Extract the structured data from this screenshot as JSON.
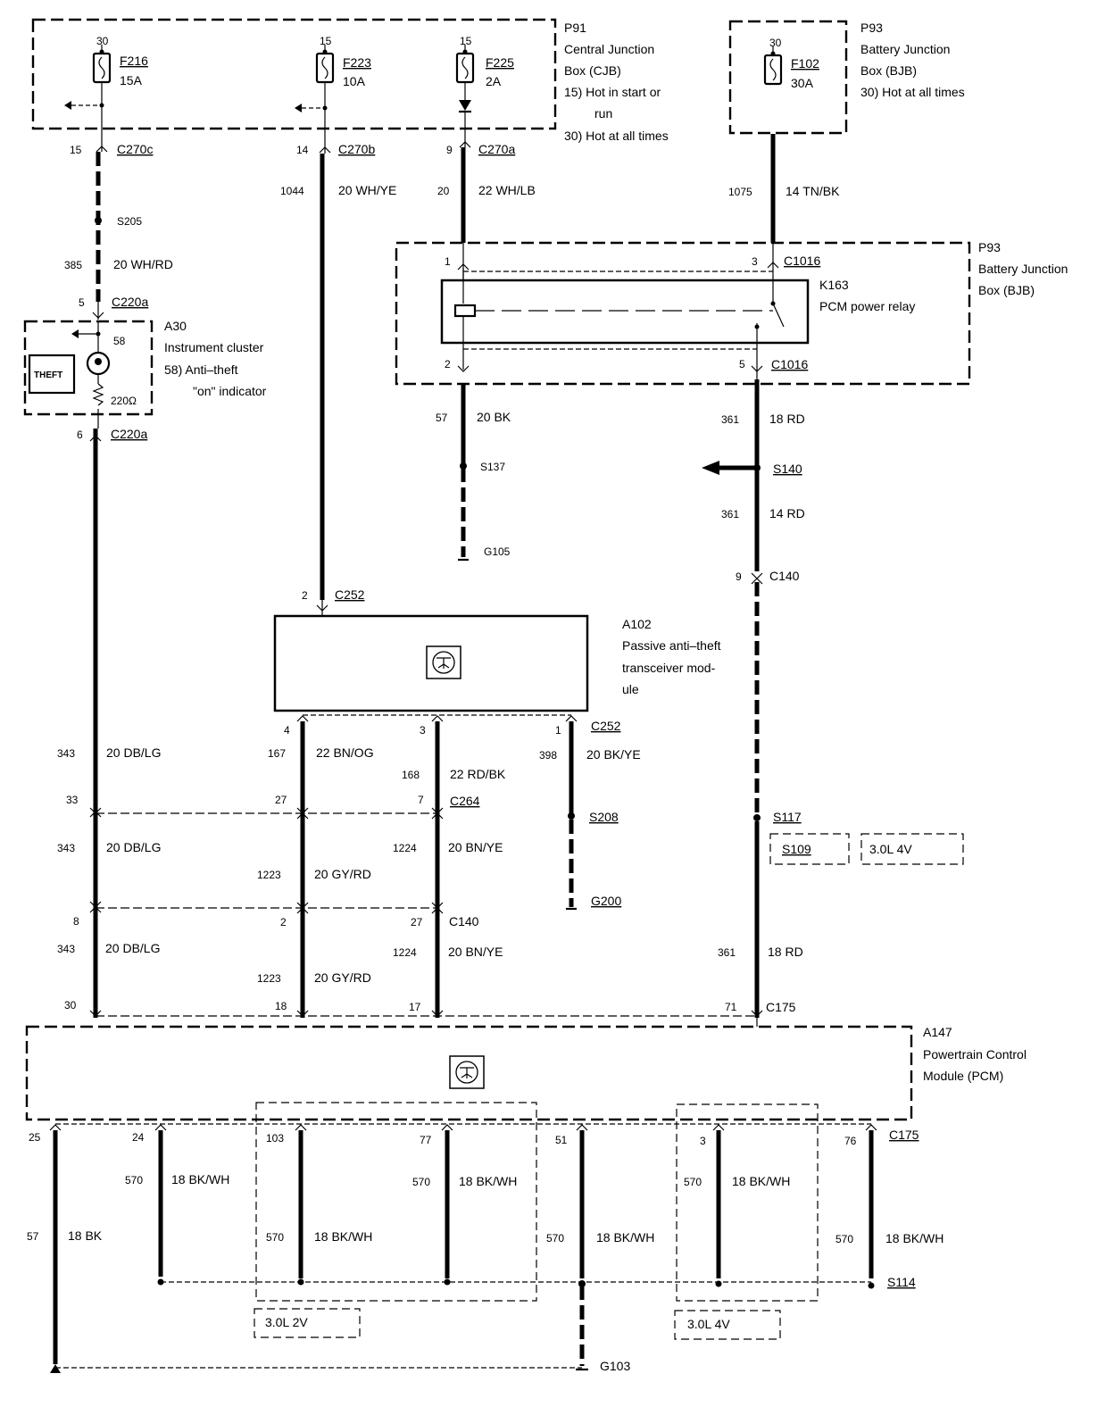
{
  "cjb": {
    "id": "P91",
    "title1": "Central Junction",
    "title2": "Box (CJB)",
    "note1": "15)  Hot in start or",
    "note1b": "run",
    "note2": "30)  Hot at all times",
    "f216": {
      "pin": "30",
      "name": "F216",
      "rating": "15A"
    },
    "f223": {
      "pin": "15",
      "name": "F223",
      "rating": "10A"
    },
    "f225": {
      "pin": "15",
      "name": "F225",
      "rating": "2A"
    }
  },
  "bjb_top": {
    "id": "P93",
    "title1": "Battery Junction",
    "title2": "Box (BJB)",
    "note": "30)  Hot at all times",
    "f102": {
      "pin": "30",
      "name": "F102",
      "rating": "30A"
    }
  },
  "bjb_relay": {
    "id": "P93",
    "title1": "Battery Junction",
    "title2": "Box (BJB)",
    "relay_id": "K163",
    "relay_name": "PCM power relay",
    "conn": "C1016",
    "pin1": "1",
    "pin2": "2",
    "pin3": "3",
    "pin5": "5"
  },
  "cluster": {
    "id": "A30",
    "name": "Instrument cluster",
    "note1": "58)  Anti–theft",
    "note2": "\"on\" indicator",
    "theft": "THEFT",
    "pin": "58",
    "res": "220Ω"
  },
  "pats": {
    "id": "A102",
    "line1": "Passive anti–theft",
    "line2": "transceiver mod-",
    "line3": "ule"
  },
  "pcm": {
    "id": "A147",
    "line1": "Powertrain Control",
    "line2": "Module (PCM)"
  },
  "labels": {
    "c270c_pin": "15",
    "c270c": "C270c",
    "c270b_pin": "14",
    "c270b": "C270b",
    "c270a_pin": "9",
    "c270a": "C270a",
    "w1044": "1044",
    "w1044_type": "20 WH/YE",
    "w20": "20",
    "w20_type": "22 WH/LB",
    "w1075": "1075",
    "w1075_type": "14 TN/BK",
    "s205": "S205",
    "w385": "385",
    "w385_type": "20 WH/RD",
    "c220a_5": "5",
    "c220a_top": "C220a",
    "c220a_6": "6",
    "c220a_bot": "C220a",
    "w57": "57",
    "w57_type": "20 BK",
    "s137": "S137",
    "g105": "G105",
    "w361a": "361",
    "w361a_type": "18 RD",
    "s140": "S140",
    "w361b": "361",
    "w361b_type": "14 RD",
    "c140_9": "9",
    "c140_top": "C140",
    "c252_2": "2",
    "c252_top": "C252",
    "p4": "4",
    "p3": "3",
    "p1": "1",
    "c252_bot": "C252",
    "w343a": "343",
    "w343a_type": "20 DB/LG",
    "w167": "167",
    "w167_type": "22 BN/OG",
    "w168": "168",
    "w168_type": "22 RD/BK",
    "w398": "398",
    "w398_type": "20 BK/YE",
    "c264_33": "33",
    "c264_27": "27",
    "c264_7": "7",
    "c264": "C264",
    "s208": "S208",
    "g200": "G200",
    "s117": "S117",
    "s109": "S109",
    "v4_top": "3.0L 4V",
    "w343b": "343",
    "w343b_type": "20 DB/LG",
    "w1223a": "1223",
    "w1223a_type": "20 GY/RD",
    "w1224a": "1224",
    "w1224a_type": "20 BN/YE",
    "c140_8": "8",
    "c140_2": "2",
    "c140_27": "27",
    "c140_mid": "C140",
    "w343c": "343",
    "w343c_type": "20 DB/LG",
    "w1223b": "1223",
    "w1223b_type": "20 GY/RD",
    "w1224b": "1224",
    "w1224b_type": "20 BN/YE",
    "w361c": "361",
    "w361c_type": "18 RD",
    "c175_30": "30",
    "c175_18": "18",
    "c175_17": "17",
    "c175_71": "71",
    "c175_top": "C175",
    "b25": "25",
    "b24": "24",
    "b103": "103",
    "b77": "77",
    "b51": "51",
    "b3": "3",
    "b76": "76",
    "c175_bot": "C175",
    "w570": "570",
    "w570_type": "18 BK/WH",
    "w57b": "57",
    "w57b_type": "18 BK",
    "s114": "S114",
    "g103": "G103",
    "v2": "3.0L 2V",
    "v4": "3.0L 4V"
  }
}
